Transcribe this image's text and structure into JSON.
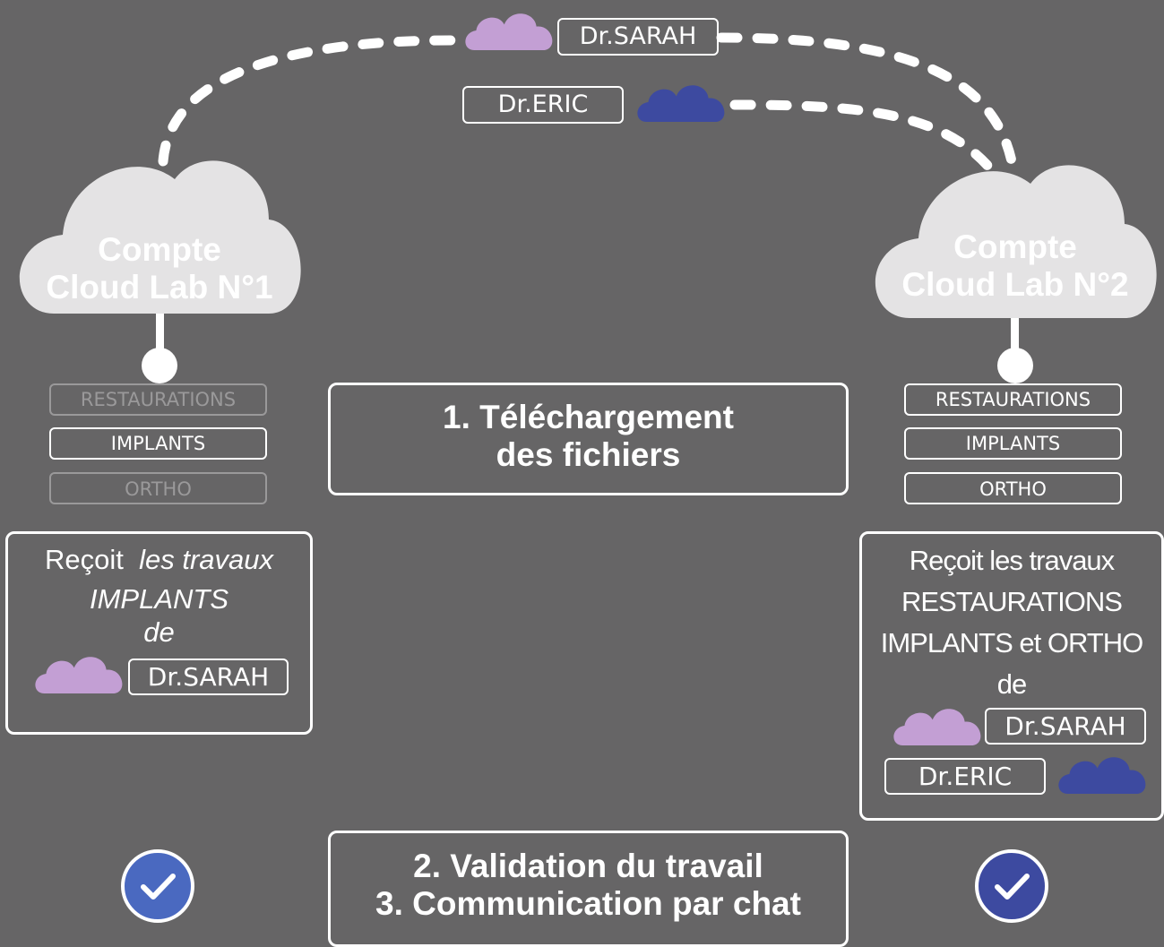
{
  "doctors": {
    "sarah": {
      "name": "Dr.SARAH",
      "color": "#c39fd4"
    },
    "eric": {
      "name": "Dr.ERIC",
      "color": "#3d4aa0"
    }
  },
  "lab1": {
    "title_line1": "Compte",
    "title_line2": "Cloud Lab N°1",
    "categories": [
      {
        "label": "RESTAURATIONS",
        "active": false
      },
      {
        "label": "IMPLANTS",
        "active": true
      },
      {
        "label": "ORTHO",
        "active": false
      }
    ],
    "receive": {
      "line1_a": "Reçoit",
      "line1_b": "les travaux",
      "line2": "IMPLANTS",
      "line3": "de"
    },
    "check_color": "#4a69c0"
  },
  "lab2": {
    "title_line1": "Compte",
    "title_line2": "Cloud Lab N°2",
    "categories": [
      {
        "label": "RESTAURATIONS",
        "active": true
      },
      {
        "label": "IMPLANTS",
        "active": true
      },
      {
        "label": "ORTHO",
        "active": true
      }
    ],
    "receive": {
      "line1": "Reçoit les travaux",
      "line2": "RESTAURATIONS",
      "line3": "IMPLANTS et ORTHO",
      "line4": "de"
    },
    "check_color": "#3d4aa0"
  },
  "steps": {
    "step1_line1": "1. Téléchargement",
    "step1_line2": "des fichiers",
    "step2": "2. Validation du travail",
    "step3": "3. Communication par chat"
  },
  "colors": {
    "background": "#666566",
    "cloud_fill": "#e4e3e4",
    "line": "#ffffff"
  }
}
